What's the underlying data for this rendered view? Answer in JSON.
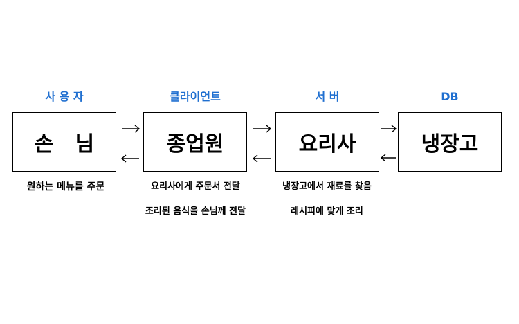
{
  "layers": [
    {
      "label": "사 용 자",
      "box": "손   님"
    },
    {
      "label": "클라이언트",
      "box": "종업원"
    },
    {
      "label": "서   버",
      "box": "요리사"
    },
    {
      "label": "DB",
      "box": "냉장고"
    }
  ],
  "captions": {
    "customer": "원하는 메뉴를 주문",
    "waiter_1": "요리사에게 주문서 전달",
    "waiter_2": "조리된 음식을 손님께 전달",
    "chef_1": "냉장고에서 재료를 찾음",
    "chef_2": "레시피에 맞게 조리"
  },
  "colors": {
    "label": "#1f6fd0",
    "border": "#000000"
  }
}
